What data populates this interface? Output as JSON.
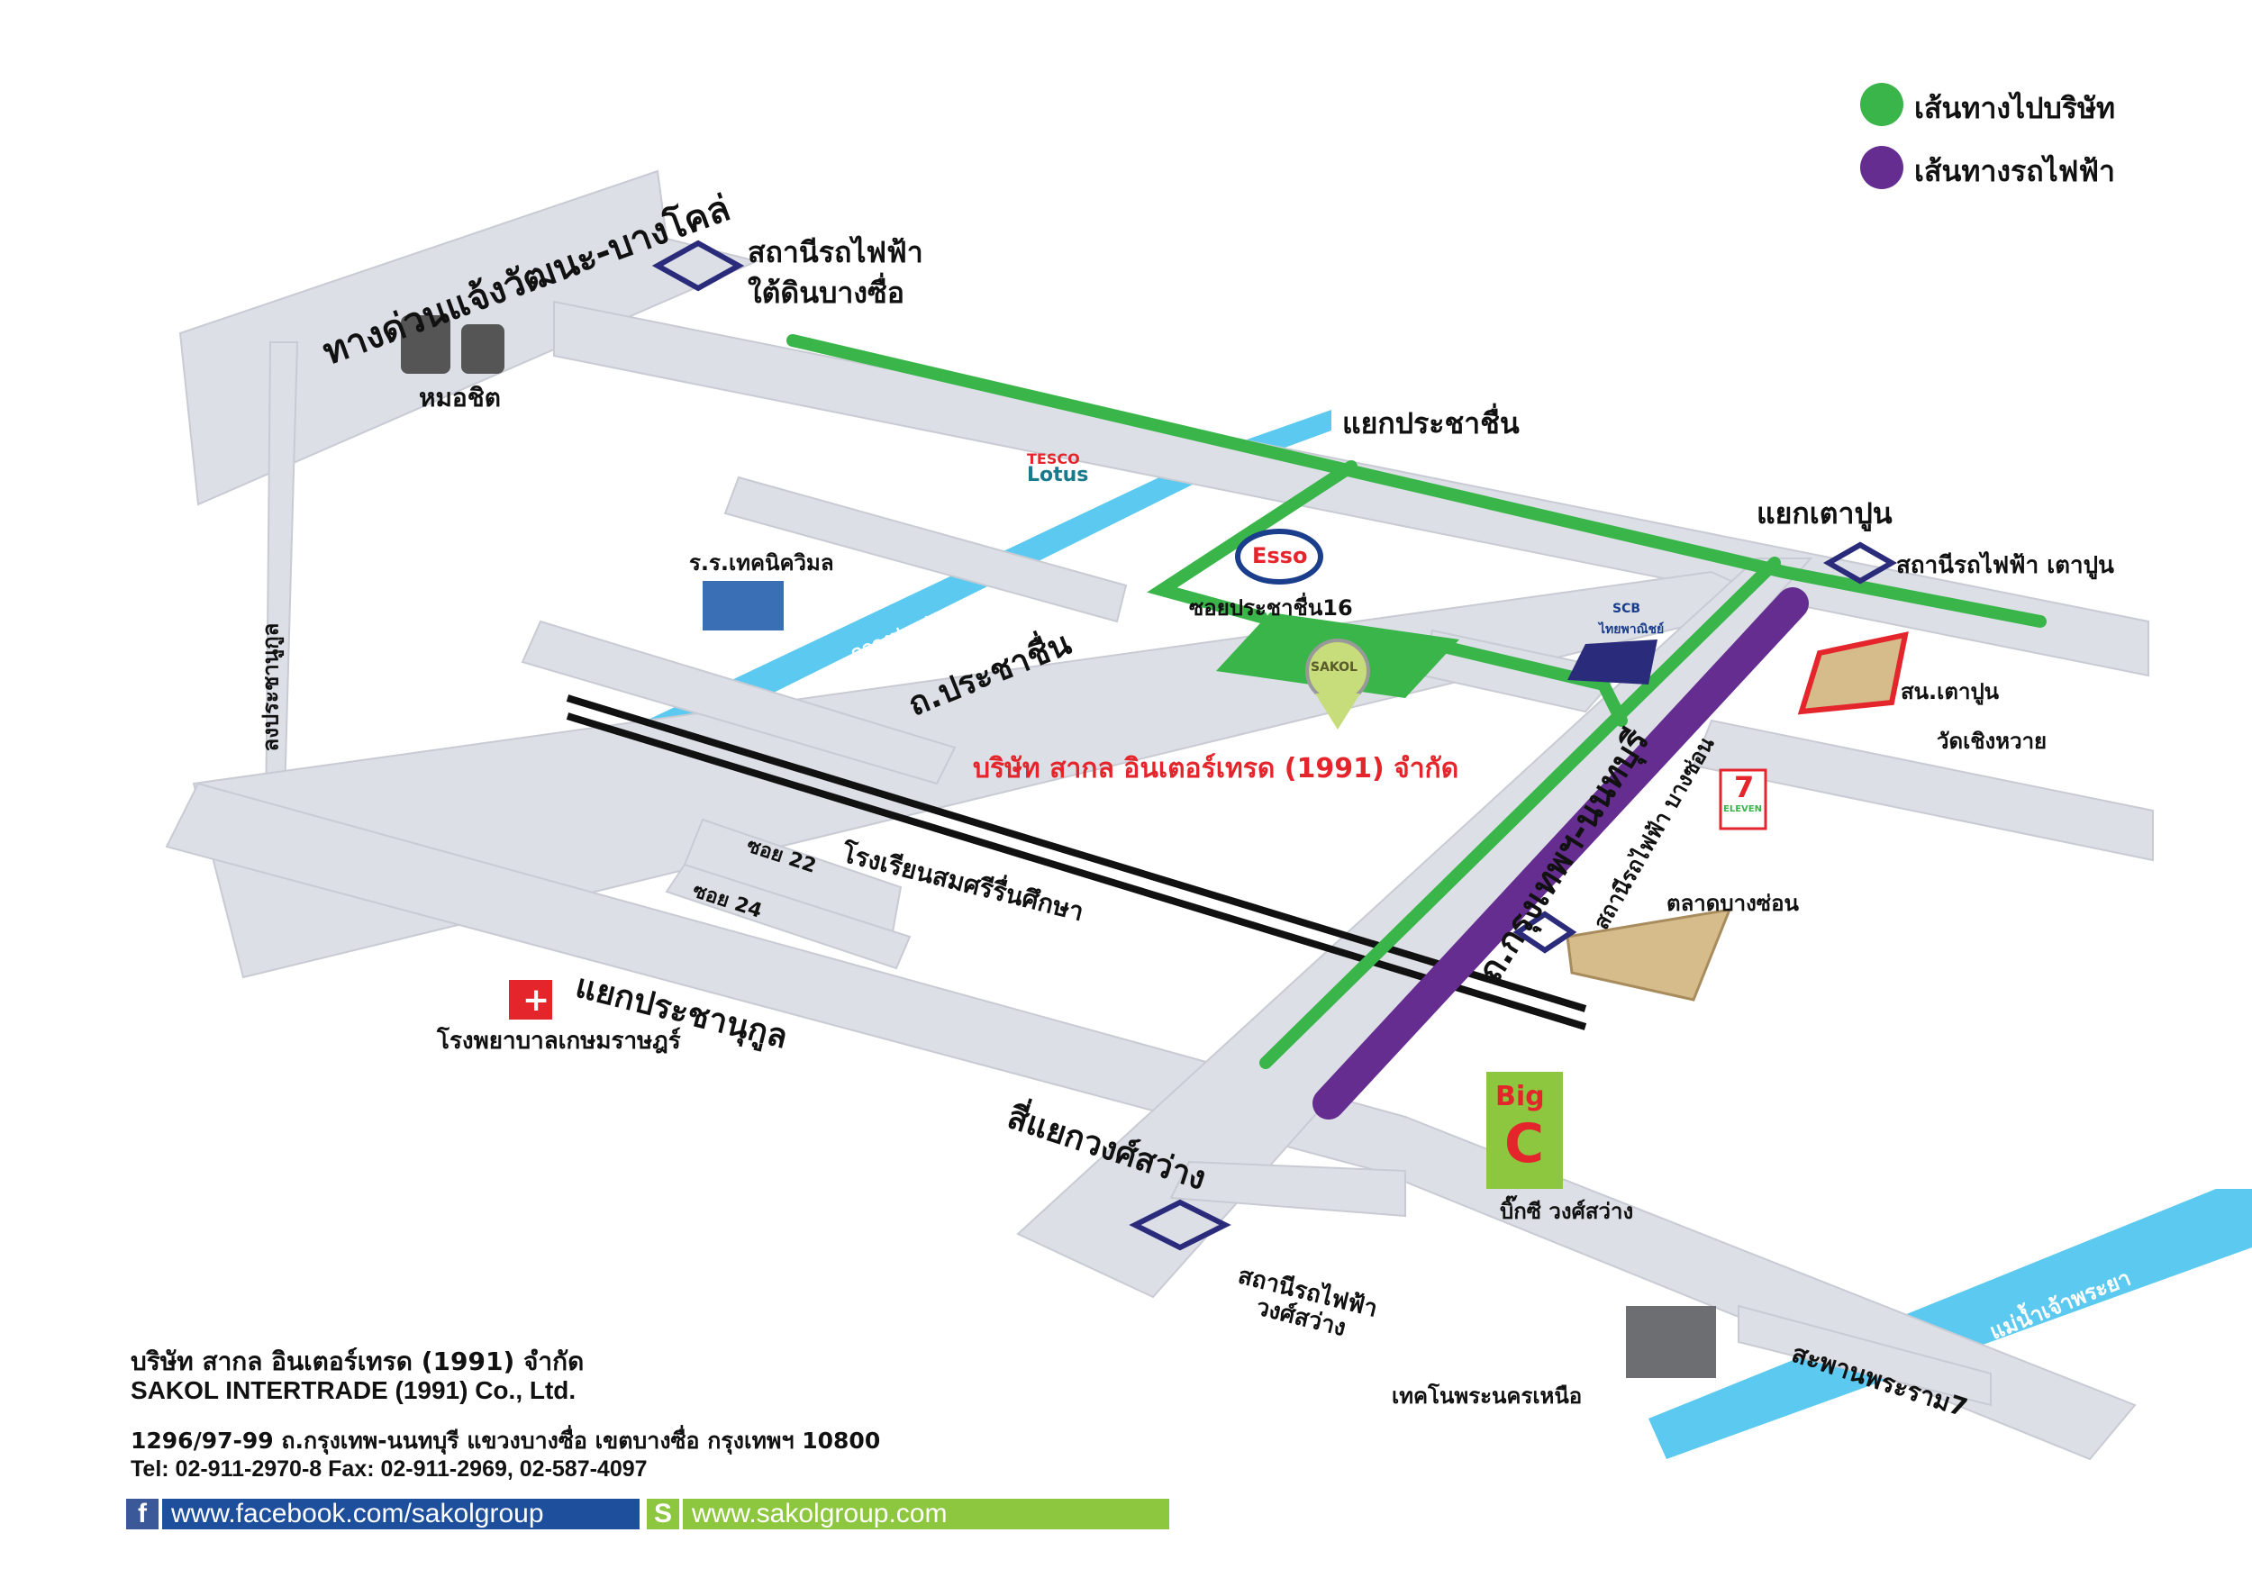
{
  "legend": {
    "company_route": {
      "label": "เส้นทางไปบริษัท",
      "color": "#39b54a"
    },
    "train_route": {
      "label": "เส้นทางรถไฟฟ้า",
      "color": "#662d91"
    }
  },
  "roads": {
    "expressway": "ทางด่วนแจ้งวัฒนะ-บางโคล่",
    "prachachuen": "ถ.ประชาชื่น",
    "krungthep_nonthaburi": "ถ.กรุงเทพฯ-นนทบุรี",
    "longprachanukul": "ลงประชานูกูล",
    "canal": "คลองประปา",
    "soi22": "ซอย 22",
    "soi24": "ซอย 24",
    "soi16": "ซอยประชาชื่น16",
    "bridge": "สะพานพระราม7",
    "river": "แม่น้ำเจ้าพระยา"
  },
  "junctions": {
    "prachachuen": "แยกประชาชื่น",
    "taopoon": "แยกเตาปูน",
    "prachanukul": "แยกประชานุกูล",
    "wongsawang": "สี่แยกวงศ์สว่าง"
  },
  "places": {
    "bangsue_station": [
      "สถานีรถไฟฟ้า",
      "ใต้ดินบางซื่อ"
    ],
    "mochit": "หมอชิต",
    "tesco": [
      "TESCO",
      "Lotus"
    ],
    "esso": "Esso",
    "technic_school": "ร.ร.เทคนิควิมล",
    "taopoon_station": "สถานีรถไฟฟ้า  เตาปูน",
    "scb": [
      "SCB",
      "ไทยพาณิชย์"
    ],
    "police": "สน.เตาปูน",
    "temple": "วัดเชิงหวาย",
    "bangson_station": "สถานีรถไฟฟ้า  บางซ่อน",
    "seven_eleven": [
      "7",
      "ELEVEN"
    ],
    "market": "ตลาดบางซ่อน",
    "school": "โรงเรียนสมศรีรื่นศึกษา",
    "hospital": "โรงพยาบาลเกษมราษฎร์",
    "bigc": [
      "Big",
      "C"
    ],
    "bigc_label": "บิ๊กซี  วงศ์สว่าง",
    "wongsawang_station": [
      "สถานีรถไฟฟ้า",
      "วงศ์สว่าง"
    ],
    "tech_college": "เทคโนพระนครเหนือ",
    "company": "บริษัท  สากล  อินเตอร์เทรด  (1991)  จำกัด",
    "company_logo": "SAKOL"
  },
  "footer": {
    "name_th": "บริษัท สากล อินเตอร์เทรด (1991) จำกัด",
    "name_en": "SAKOL INTERTRADE (1991) Co., Ltd.",
    "address": "1296/97-99 ถ.กรุงเทพ-นนทบุรี แขวงบางซื่อ เขตบางซื่อ กรุงเทพฯ 10800",
    "phone": "Tel: 02-911-2970-8   Fax: 02-911-2969, 02-587-4097",
    "facebook": "www.facebook.com/sakolgroup",
    "website": "www.sakolgroup.com",
    "facebook_icon": "f",
    "website_icon": "S"
  }
}
